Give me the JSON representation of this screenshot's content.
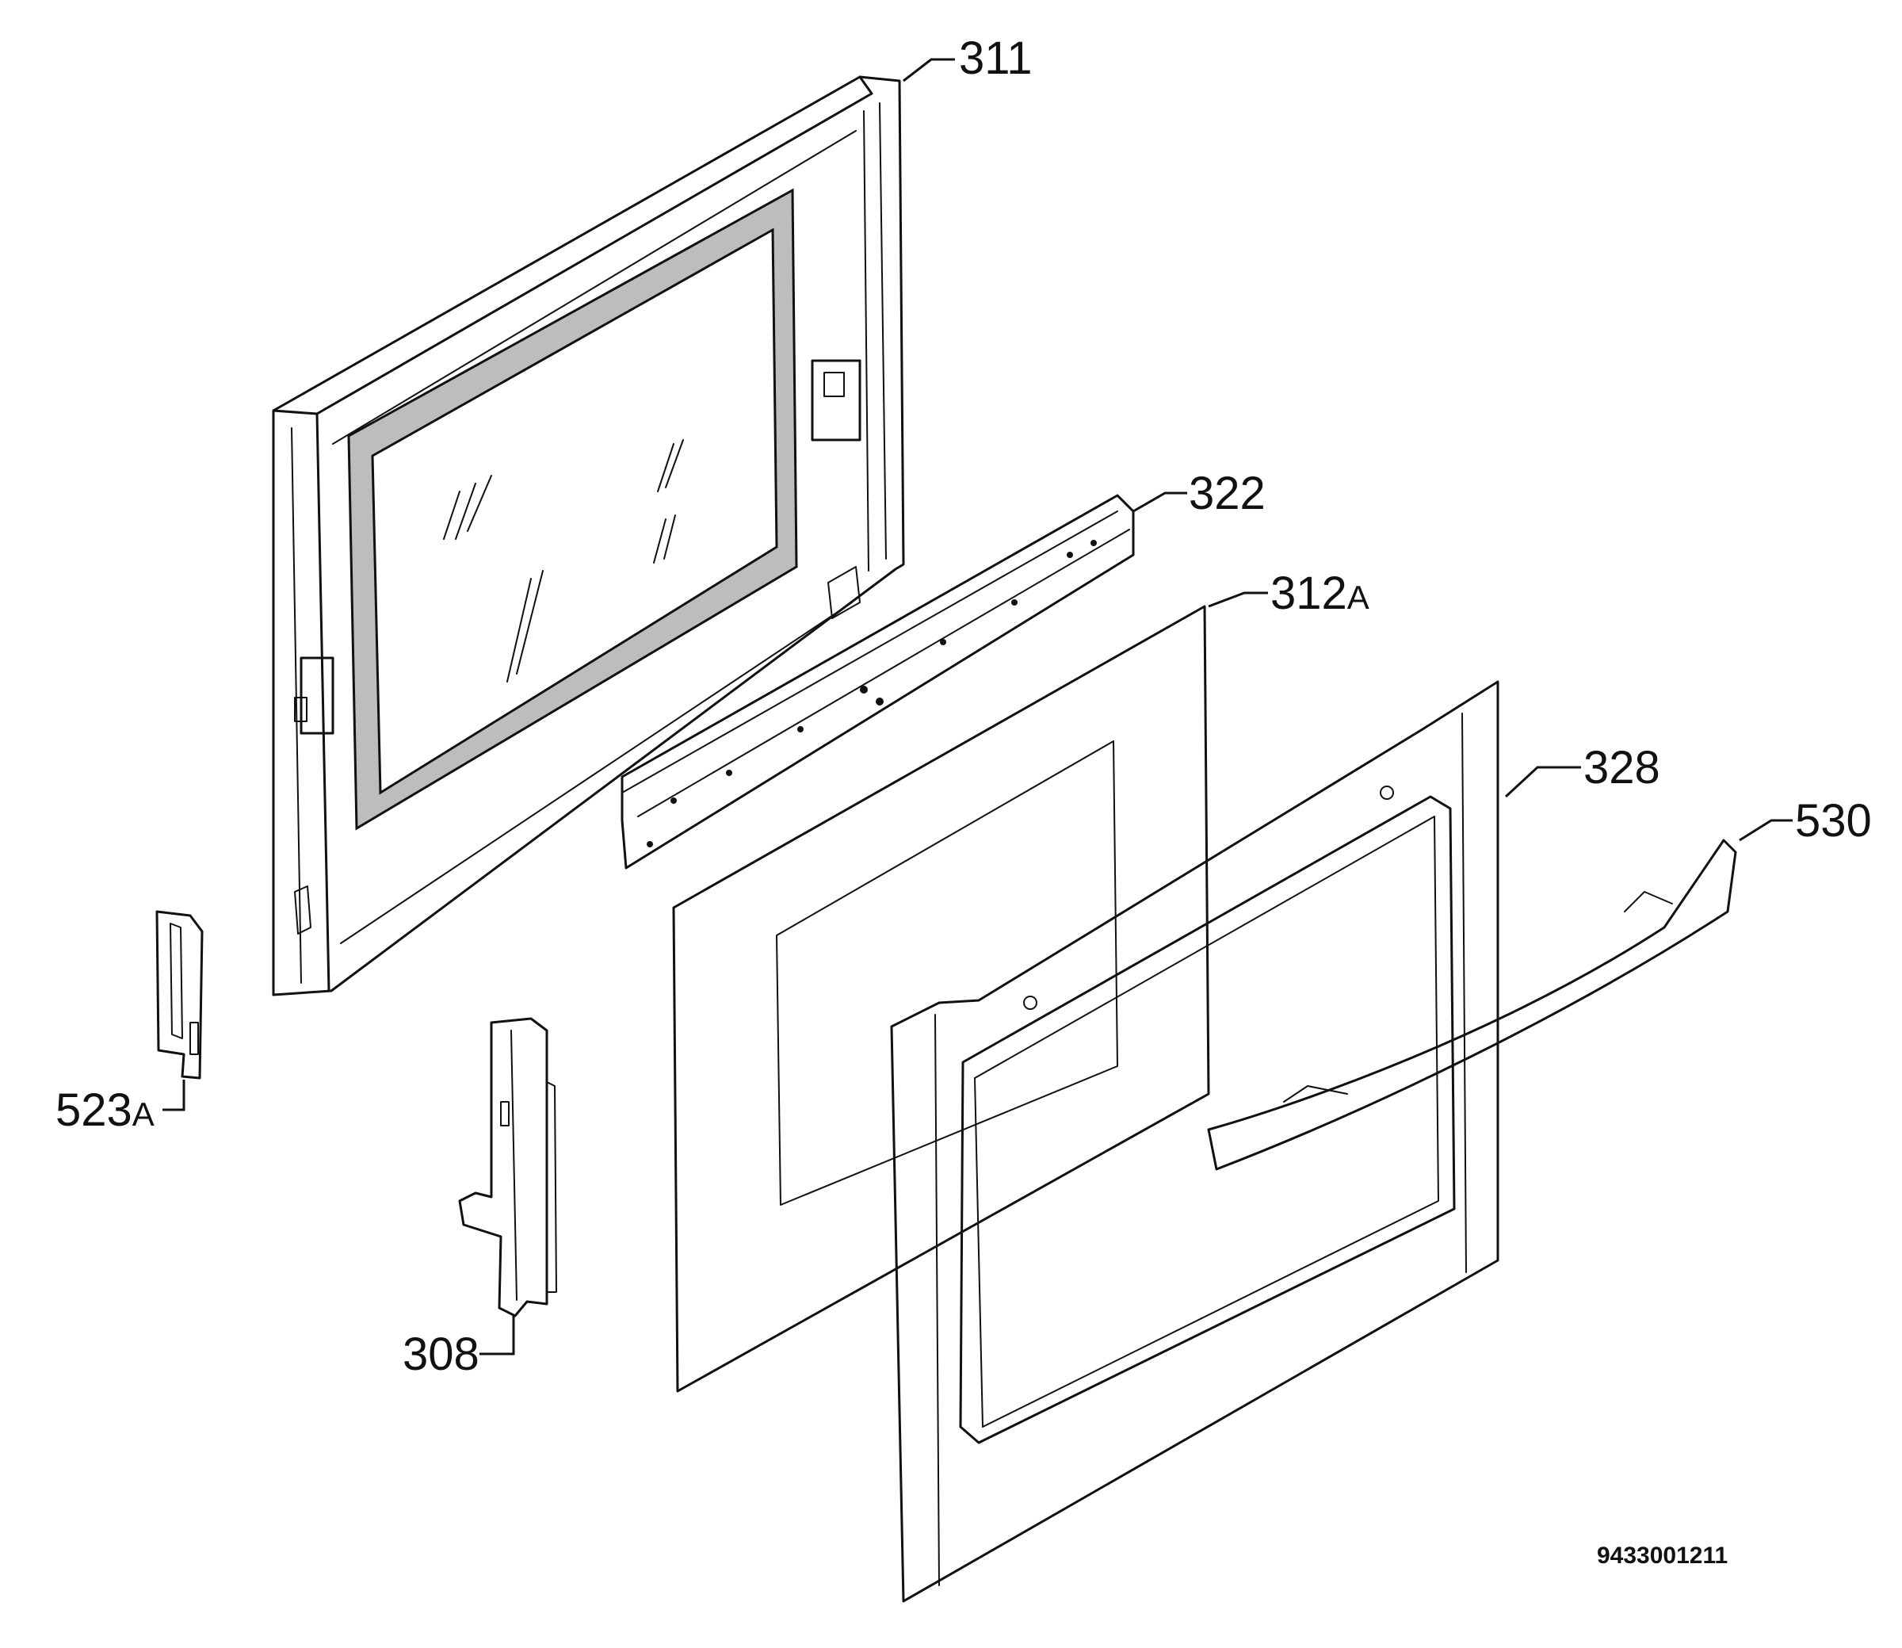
{
  "callouts": {
    "door_inner": "311",
    "rail": "322",
    "glass_main": "312",
    "glass_suffix": "A",
    "frame": "328",
    "handle": "530",
    "hinge_left_main": "523",
    "hinge_left_suffix": "A",
    "hinge_bracket": "308"
  },
  "document_number": "9433001211",
  "colors": {
    "line": "#111111",
    "gasket": "#bdbdbd",
    "background": "#ffffff"
  }
}
